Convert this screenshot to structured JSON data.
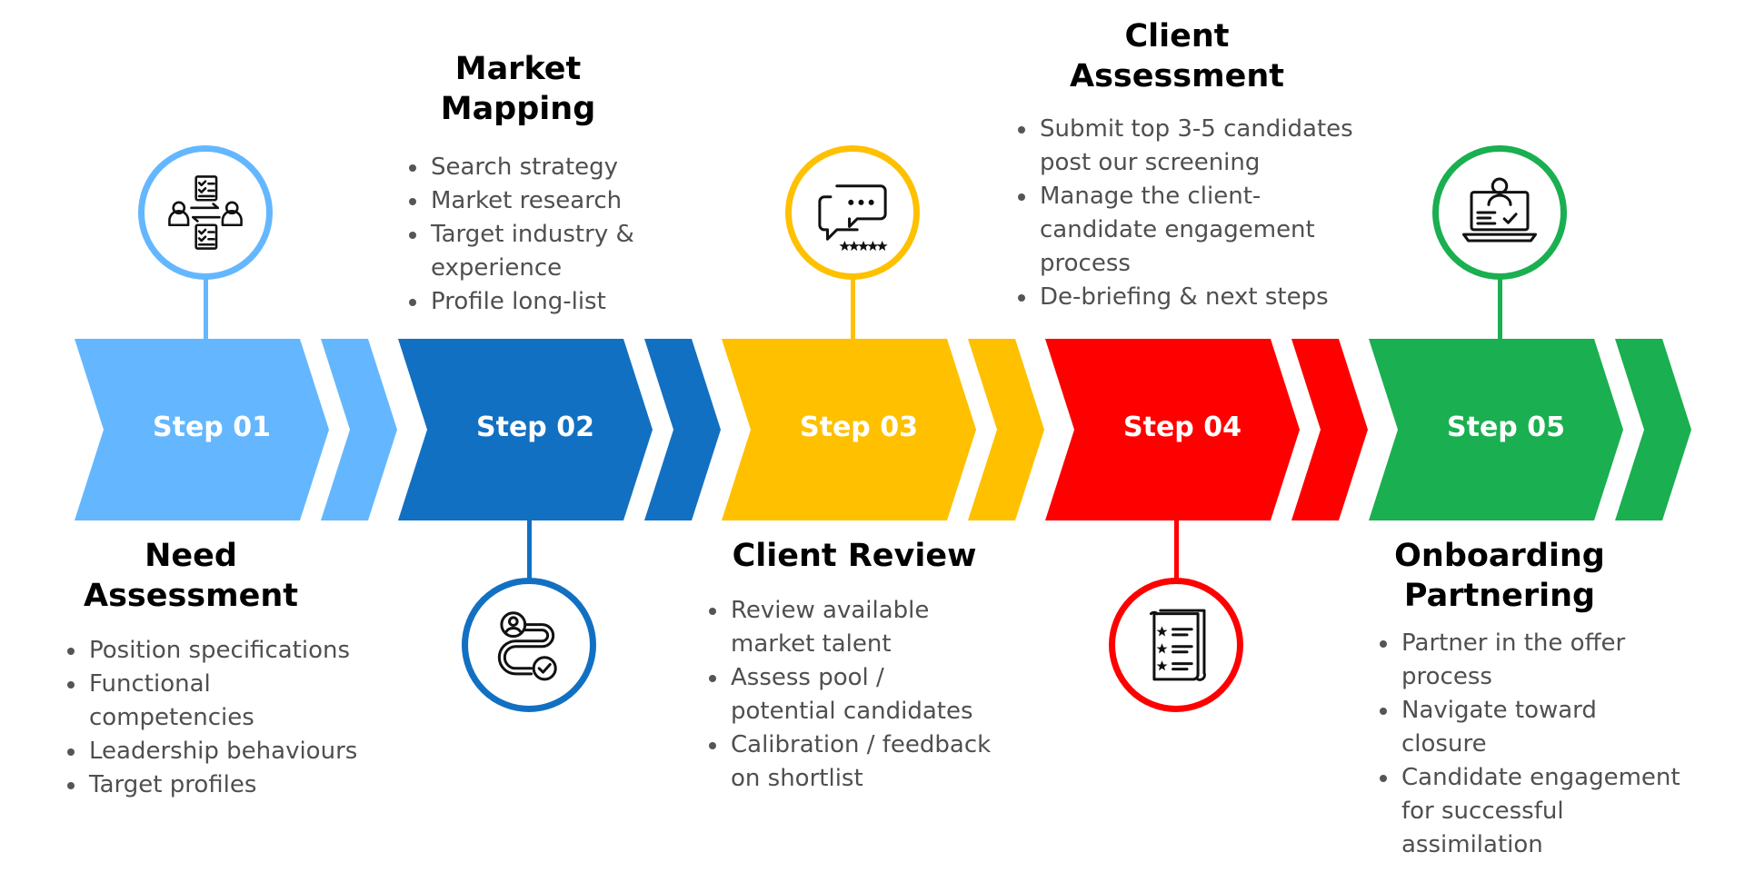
{
  "colors": {
    "step1": "#64B7FF",
    "step2": "#1270C2",
    "step3": "#FFC000",
    "step4": "#FF0000",
    "step5": "#1AAF50",
    "title": "#000000",
    "bullet_text": "#4F4F4F"
  },
  "steps": [
    {
      "label": "Step 01",
      "title": "Need Assessment",
      "icon": "checklist-exchange-icon",
      "bullets": [
        "Position specifications",
        "Functional competencies",
        "Leadership behaviours",
        "Target profiles"
      ]
    },
    {
      "label": "Step 02",
      "title": "Market Mapping",
      "icon": "candidate-route-icon",
      "bullets": [
        "Search strategy",
        "Market research",
        "Target industry & experience",
        "Profile long-list"
      ]
    },
    {
      "label": "Step 03",
      "title": "Client Review",
      "icon": "chat-rating-icon",
      "bullets": [
        "Review available market talent",
        "Assess pool / potential candidates",
        "Calibration / feedback on shortlist"
      ]
    },
    {
      "label": "Step 04",
      "title": "Client Assessment",
      "icon": "star-document-icon",
      "bullets": [
        "Submit top 3-5 candidates post our screening",
        "Manage the client-candidate engagement process",
        "De-briefing & next steps"
      ]
    },
    {
      "label": "Step 05",
      "title": "Onboarding Partnering",
      "icon": "laptop-person-icon",
      "bullets": [
        "Partner in the offer process",
        "Navigate toward closure",
        "Candidate engagement for successful assimilation"
      ]
    }
  ]
}
